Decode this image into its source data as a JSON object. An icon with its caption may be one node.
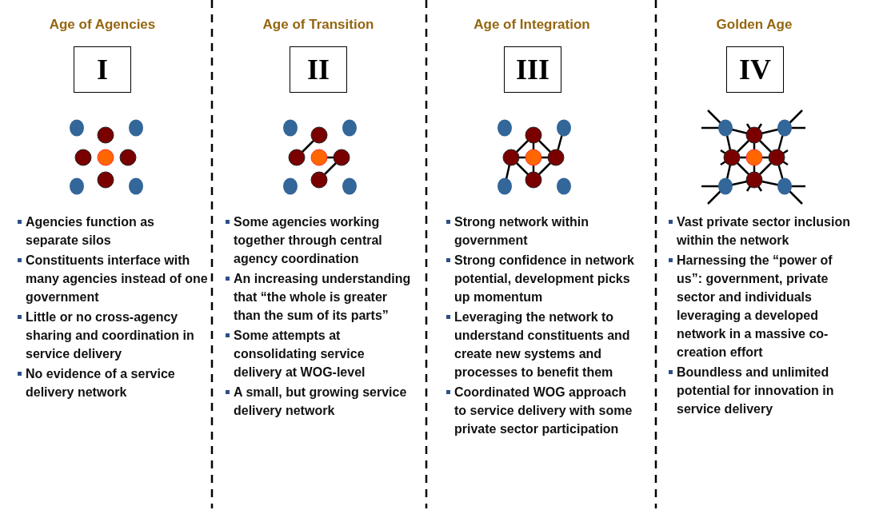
{
  "diagram": {
    "nodes": [
      {
        "text": [
          "I"
        ]
      },
      {
        "text": [
          "II"
        ]
      },
      {
        "text": [
          "III"
        ]
      },
      {
        "text": [
          "IV"
        ]
      }
    ],
    "edges": [],
    "labels": [
      "Age of Agencies",
      "Agencies function as separate silos",
      "Constituents interface with many agencies instead of one government",
      "Little or no cross-agency sharing and coordination in service delivery",
      "No evidence of a service delivery network",
      "Age of Transition",
      "Some agencies working together through central agency coordination",
      "An increasing understanding that “the whole is greater than the sum of its parts”",
      "Some attempts at consolidating service delivery at WOG-level",
      "A small, but growing service delivery network",
      "Age of Integration",
      "Strong network within government",
      "Strong confidence in network potential, development picks up momentum",
      "Leveraging the network  to understand constituents and create new systems and processes to benefit them",
      "Coordinated WOG approach to service delivery with some private sector participation",
      "Golden Age",
      "Vast private sector inclusion within the network",
      "Harnessing the “power of us”: government, private sector and individuals leveraging a developed network in a massive co-creation effort",
      "Boundless and unlimited potential for innovation in service delivery"
    ]
  }
}
